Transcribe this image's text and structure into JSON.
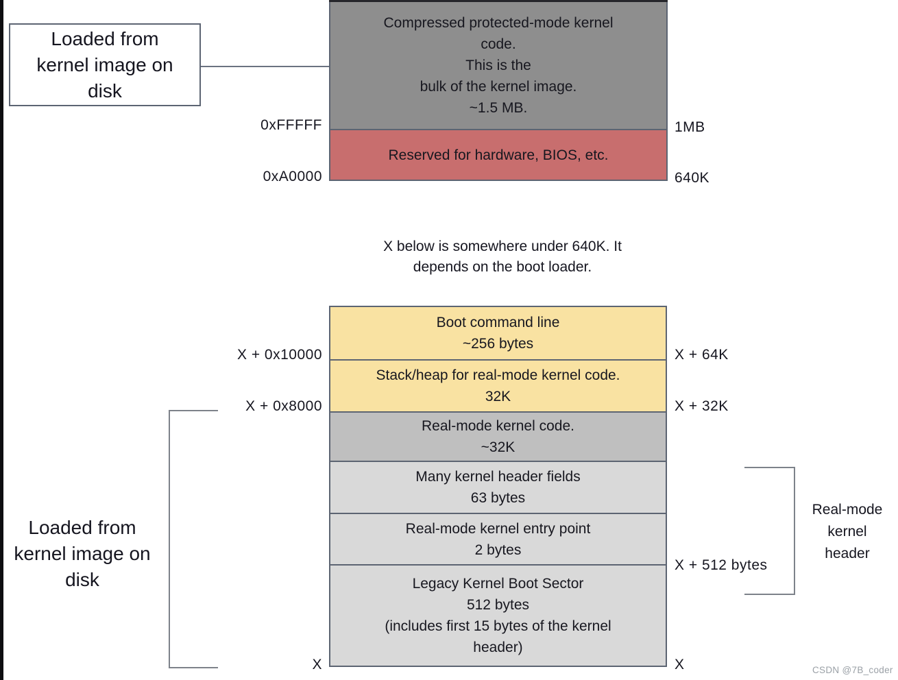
{
  "diagram": {
    "top_callout": {
      "lines": [
        "Loaded from",
        "kernel image on",
        "disk"
      ]
    },
    "bottom_callout": {
      "lines": [
        "Loaded from",
        "kernel image on",
        "disk"
      ]
    },
    "note": {
      "lines": [
        "X below is somewhere under 640K. It",
        "depends on the boot loader."
      ]
    },
    "upper_stack": {
      "segments": [
        {
          "name": "compressed-protected-mode-kernel",
          "color": "#8e8e8e",
          "lines": [
            "Compressed protected-mode kernel",
            "code.",
            "This is the",
            "bulk of the kernel image.",
            "~1.5 MB."
          ]
        },
        {
          "name": "reserved-hardware-bios",
          "color": "#c86e6e",
          "lines": [
            "Reserved for hardware, BIOS, etc."
          ]
        }
      ],
      "left_labels": [
        "0xFFFFF",
        "0xA0000"
      ],
      "right_labels": [
        "1MB",
        "640K"
      ]
    },
    "lower_stack": {
      "segments": [
        {
          "name": "boot-command-line",
          "color": "#f9e2a2",
          "lines": [
            "Boot command line",
            "~256 bytes"
          ]
        },
        {
          "name": "stack-heap-real-mode",
          "color": "#f9e2a2",
          "lines": [
            "Stack/heap for real-mode kernel code.",
            "32K"
          ]
        },
        {
          "name": "real-mode-kernel-code",
          "color": "#bfbfbf",
          "lines": [
            "Real-mode kernel code.",
            "~32K"
          ]
        },
        {
          "name": "kernel-header-fields",
          "color": "#d9d9d9",
          "lines": [
            "Many kernel header fields",
            "63 bytes"
          ]
        },
        {
          "name": "real-mode-entry-point",
          "color": "#d9d9d9",
          "lines": [
            "Real-mode kernel entry point",
            "2 bytes"
          ]
        },
        {
          "name": "legacy-boot-sector",
          "color": "#d9d9d9",
          "lines": [
            "Legacy Kernel Boot Sector",
            "512 bytes",
            "(includes first 15 bytes of the kernel",
            "header)"
          ]
        }
      ],
      "left_labels": [
        "X + 0x10000",
        "X + 0x8000",
        "X"
      ],
      "right_labels": [
        "X + 64K",
        "X + 32K",
        "X + 512 bytes",
        "X"
      ]
    },
    "right_bracket_label": {
      "lines": [
        "Real-mode",
        "kernel",
        "header"
      ]
    },
    "watermark": "CSDN @7B_coder",
    "colors": {
      "upper_gray": "#8e8e8e",
      "reserved_red": "#c86e6e",
      "yellow": "#f9e2a2",
      "mid_gray": "#bfbfbf",
      "light_gray": "#d9d9d9",
      "box_border": "#5c6472",
      "bracket_gray": "#7d828a",
      "watermark_gray": "#9aa0a6"
    }
  }
}
